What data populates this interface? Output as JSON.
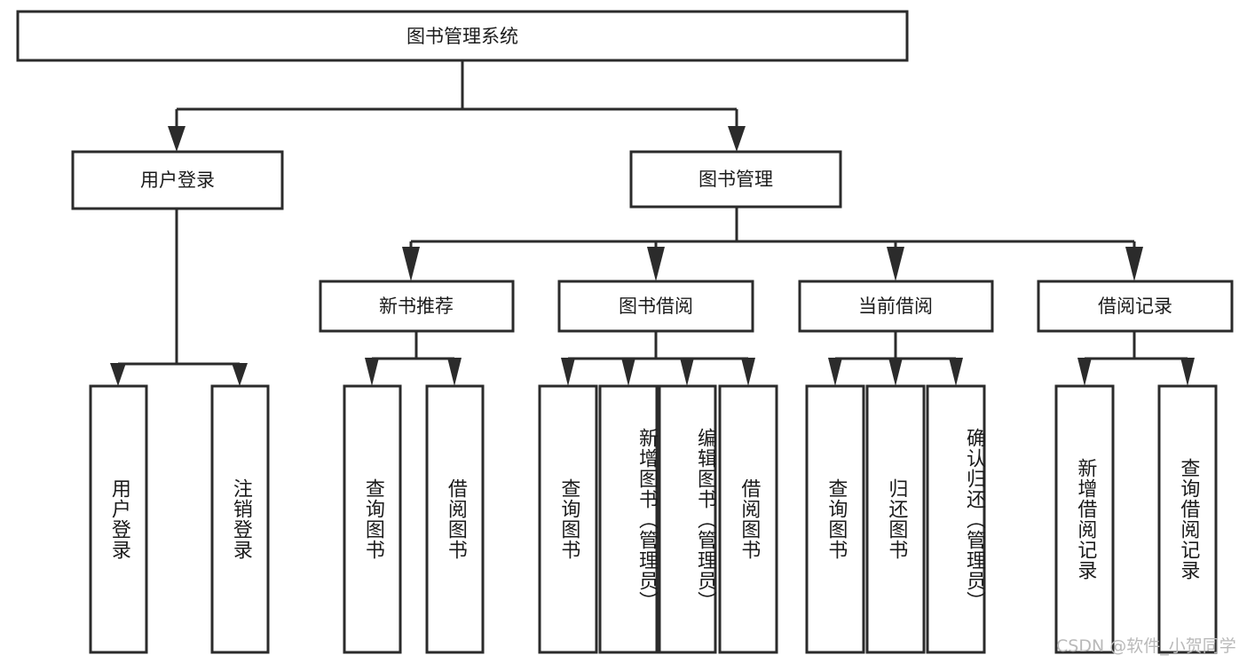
{
  "diagram": {
    "kind": "tree-hierarchy-chart",
    "title": "图书管理系统",
    "colors": {
      "box_stroke": "#2b2b2b",
      "box_fill": "#ffffff",
      "connector": "#2b2b2b",
      "text": "#1b1b1b",
      "watermark": "#b9b9b9",
      "background": "#ffffff"
    },
    "root": {
      "id": "root",
      "label": "图书管理系统",
      "orientation": "horizontal"
    },
    "level1": [
      {
        "id": "user-login",
        "label": "用户登录",
        "orientation": "horizontal"
      },
      {
        "id": "book-management",
        "label": "图书管理",
        "orientation": "horizontal"
      }
    ],
    "level2": [
      {
        "id": "new-book-recommend",
        "label": "新书推荐",
        "orientation": "horizontal",
        "parent": "book-management"
      },
      {
        "id": "book-borrow",
        "label": "图书借阅",
        "orientation": "horizontal",
        "parent": "book-management"
      },
      {
        "id": "current-borrow",
        "label": "当前借阅",
        "orientation": "horizontal",
        "parent": "book-management"
      },
      {
        "id": "borrow-record",
        "label": "借阅记录",
        "orientation": "horizontal",
        "parent": "book-management"
      }
    ],
    "leaves": [
      {
        "id": "leaf-user-login",
        "label": "用户登录",
        "orientation": "vertical",
        "parent": "user-login"
      },
      {
        "id": "leaf-user-logout",
        "label": "注销登录",
        "orientation": "vertical",
        "parent": "user-login"
      },
      {
        "id": "leaf-query-book-1",
        "label": "查询图书",
        "orientation": "vertical",
        "parent": "new-book-recommend"
      },
      {
        "id": "leaf-borrow-book-1",
        "label": "借阅图书",
        "orientation": "vertical",
        "parent": "new-book-recommend"
      },
      {
        "id": "leaf-query-book-2",
        "label": "查询图书",
        "orientation": "vertical",
        "parent": "book-borrow"
      },
      {
        "id": "leaf-add-book",
        "label": "新增图书（管理员）",
        "orientation": "vertical",
        "parent": "book-borrow"
      },
      {
        "id": "leaf-edit-book",
        "label": "编辑图书（管理员）",
        "orientation": "vertical",
        "parent": "book-borrow"
      },
      {
        "id": "leaf-borrow-book-2",
        "label": "借阅图书",
        "orientation": "vertical",
        "parent": "book-borrow"
      },
      {
        "id": "leaf-query-book-3",
        "label": "查询图书",
        "orientation": "vertical",
        "parent": "current-borrow"
      },
      {
        "id": "leaf-return-book",
        "label": "归还图书",
        "orientation": "vertical",
        "parent": "current-borrow"
      },
      {
        "id": "leaf-confirm-return",
        "label": "确认归还（管理员）",
        "orientation": "vertical",
        "parent": "current-borrow"
      },
      {
        "id": "leaf-add-record",
        "label": "新增借阅记录",
        "orientation": "vertical",
        "parent": "borrow-record"
      },
      {
        "id": "leaf-query-record",
        "label": "查询借阅记录",
        "orientation": "vertical",
        "parent": "borrow-record"
      }
    ],
    "watermark": "CSDN @软件_小贺同学"
  }
}
